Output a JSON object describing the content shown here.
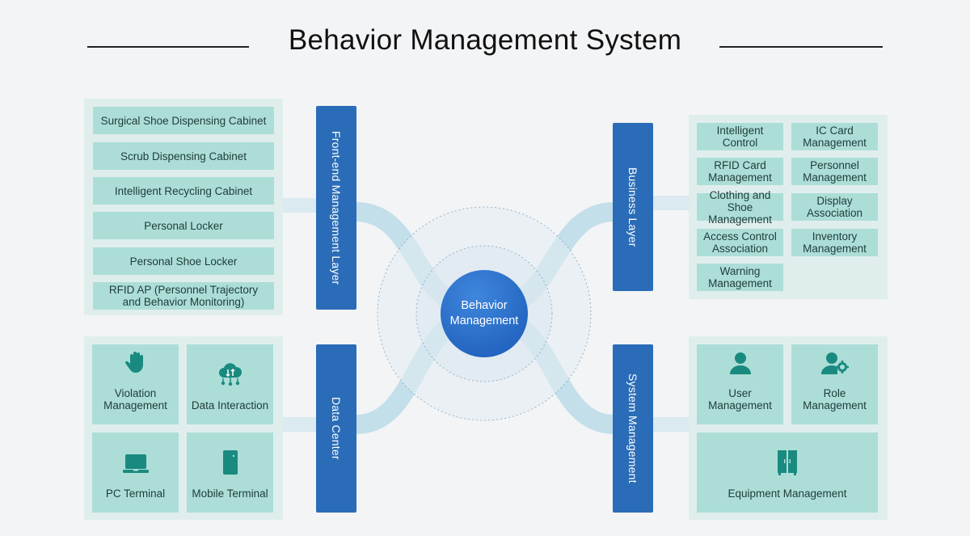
{
  "title": "Behavior Management System",
  "center": {
    "label": "Behavior\nManagement"
  },
  "layers": {
    "front_end": "Front-end Management Layer",
    "data_center": "Data Center",
    "business": "Business Layer",
    "system": "System Management"
  },
  "front_end_items": [
    "Surgical Shoe Dispensing Cabinet",
    "Scrub Dispensing Cabinet",
    "Intelligent Recycling Cabinet",
    "Personal Locker",
    "Personal Shoe Locker",
    "RFID AP (Personnel Trajectory\nand Behavior Monitoring)"
  ],
  "data_center_items": {
    "violation": "Violation\nManagement",
    "data_interaction": "Data Interaction",
    "pc_terminal": "PC Terminal",
    "mobile_terminal": "Mobile Terminal"
  },
  "business_items": {
    "intelligent_control": "Intelligent Control",
    "ic_card": "IC Card\nManagement",
    "rfid_card": "RFID Card\nManagement",
    "personnel": "Personnel\nManagement",
    "clothing_shoe": "Clothing and\nShoe Management",
    "display_association": "Display Association",
    "access_control": "Access Control\nAssociation",
    "inventory": "Inventory\nManagement",
    "warning": "Warning\nManagement"
  },
  "system_items": {
    "user": "User Management",
    "role": "Role Management",
    "equipment": "Equipment Management"
  },
  "colors": {
    "bar": "#2a6cb7",
    "cell": "#acded7",
    "panel": "#dfeeed",
    "icon": "#1a8a80",
    "ribbon": "#b9dbe7"
  },
  "icons": {
    "violation": "hand-icon",
    "data_interaction": "cloud-sync-icon",
    "pc_terminal": "laptop-icon",
    "mobile_terminal": "mobile-phone-icon",
    "user": "user-icon",
    "role": "user-gear-icon",
    "equipment": "cabinet-icon"
  }
}
